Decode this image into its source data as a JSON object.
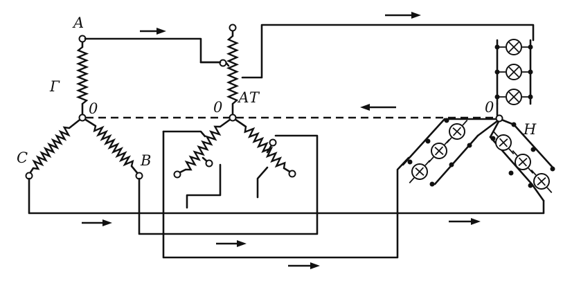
{
  "labels": {
    "gen_phase_a": "A",
    "gen_name": "Г",
    "gen_neutral": "0",
    "gen_phase_c": "C",
    "gen_phase_b": "B",
    "at_neutral": "0",
    "at_name": "АТ",
    "load_neutral": "0",
    "load_name": "Н"
  },
  "icons": {
    "lamp_symbol": "circle-with-cross",
    "terminal_symbol": "open-circle",
    "junction_symbol": "filled-dot"
  }
}
